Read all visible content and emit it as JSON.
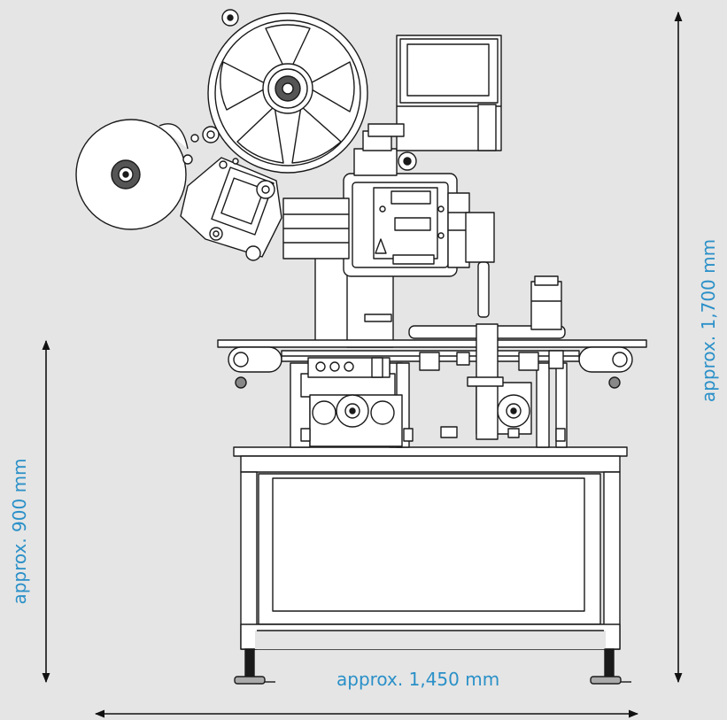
{
  "dimensions": {
    "width_label": "approx. 1,450 mm",
    "total_height_label": "approx. 1,700 mm",
    "table_height_label": "approx. 900 mm"
  },
  "colors": {
    "background": "#e5e5e5",
    "dimension_text": "#2a90c8",
    "line": "#1a1a1a",
    "machine_fill": "#ffffff"
  }
}
